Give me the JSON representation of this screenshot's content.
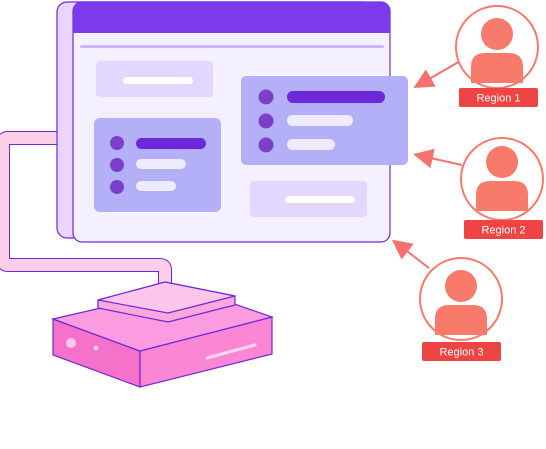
{
  "regions": [
    {
      "label": "Region 1",
      "icon": "user-avatar-icon"
    },
    {
      "label": "Region 2",
      "icon": "user-avatar-icon"
    },
    {
      "label": "Region 3",
      "icon": "user-avatar-icon"
    }
  ],
  "colors": {
    "window_header": "#7c3aed",
    "window_border": "#6d28d9",
    "window_body": "#f4f0ff",
    "window_back": "#e9d5ff",
    "card": "#b4b0f7",
    "light_block": "#e3d6ff",
    "dot": "#7d3fc9",
    "dark_bar": "#6d28d9",
    "server_top": "#fb9be0",
    "server_side": "#f472c9",
    "cable": "#fbcfe8",
    "user_icon": "#f87a6a",
    "label_bg": "#ef4444",
    "arrow": "#f87171"
  }
}
